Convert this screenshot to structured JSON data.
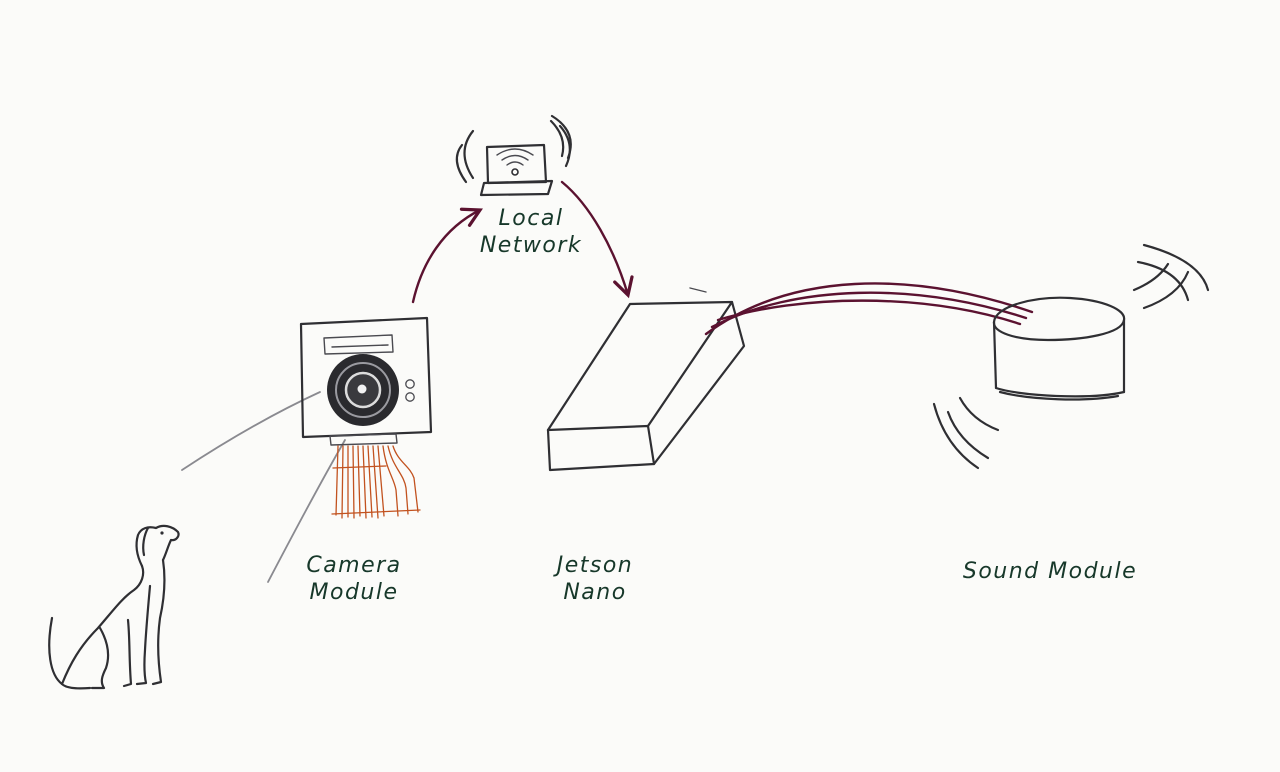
{
  "labels": {
    "local_network": [
      "Local",
      "Network"
    ],
    "camera_module": [
      "Camera",
      "Module"
    ],
    "jetson_nano": [
      "Jetson",
      "Nano"
    ],
    "sound_module": "Sound Module"
  },
  "icons": {
    "router": "wifi-router-icon",
    "camera": "camera-module-icon",
    "jetson": "jetson-nano-board-icon",
    "speaker": "speaker-icon",
    "dog": "dog-icon"
  },
  "colors": {
    "pencil": "#2f2f33",
    "arrow": "#5b1230",
    "ribbon_cable": "#c2521f",
    "label_ink": "#17382a",
    "paper": "#fbfbf9"
  }
}
